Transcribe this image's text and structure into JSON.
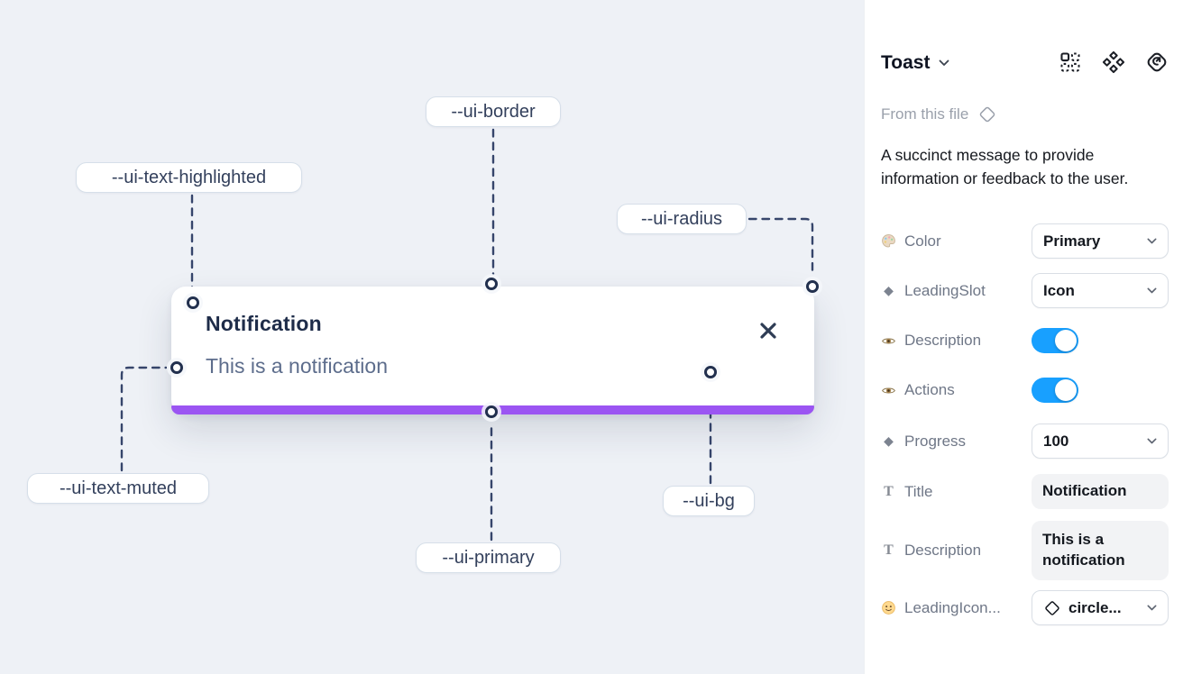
{
  "canvas": {
    "toast": {
      "title": "Notification",
      "description": "This is a notification",
      "close_icon": "x-close-icon"
    },
    "labels": [
      {
        "id": "ui-border",
        "text": "--ui-border"
      },
      {
        "id": "ui-text-highlighted",
        "text": "--ui-text-highlighted"
      },
      {
        "id": "ui-radius",
        "text": "--ui-radius"
      },
      {
        "id": "ui-text-muted",
        "text": "--ui-text-muted"
      },
      {
        "id": "ui-primary",
        "text": "--ui-primary"
      },
      {
        "id": "ui-bg",
        "text": "--ui-bg"
      }
    ],
    "colors": {
      "background": "#eef1f6",
      "primary_bar": "#9b55f2",
      "wire": "#36456b"
    }
  },
  "panel": {
    "title": "Toast",
    "header_icons": [
      "component-grid-icon",
      "diamonds-icon",
      "story-icon"
    ],
    "source_label": "From this file",
    "source_icon": "diamond-outline-icon",
    "description": "A succinct message to provide information or feedback to the user.",
    "toggle_color": "#18a0ff",
    "rows": [
      {
        "icon": "palette-icon",
        "label": "Color",
        "control": "select",
        "value": "Primary"
      },
      {
        "icon": "diamond-icon",
        "label": "LeadingSlot",
        "control": "select",
        "value": "Icon"
      },
      {
        "icon": "eye-icon",
        "label": "Description",
        "control": "toggle",
        "value": "on"
      },
      {
        "icon": "eye-icon",
        "label": "Actions",
        "control": "toggle",
        "value": "on"
      },
      {
        "icon": "diamond-icon",
        "label": "Progress",
        "control": "select",
        "value": "100"
      },
      {
        "icon": "text-icon",
        "label": "Title",
        "control": "input",
        "value": "Notification"
      },
      {
        "icon": "text-icon",
        "label": "Description",
        "control": "input",
        "value": "This is a notification"
      },
      {
        "icon": "smiley-icon",
        "label": "LeadingIcon...",
        "control": "select",
        "value": "circle...",
        "value_icon": "diamond-outline-icon"
      }
    ]
  }
}
